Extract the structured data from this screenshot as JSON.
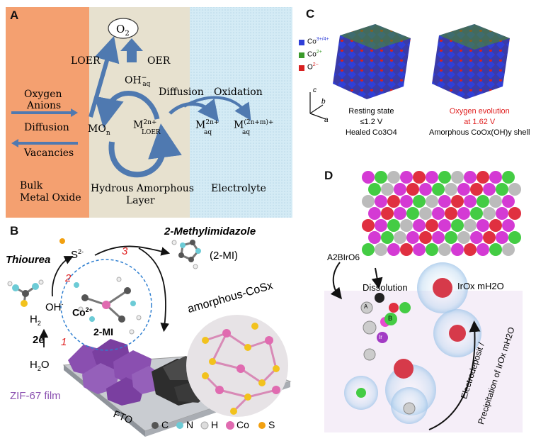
{
  "panelA": {
    "label": "A",
    "o2": "O",
    "o2_sub": "2",
    "loer": "LOER",
    "oer": "OER",
    "oh": "OH",
    "oh_sup": "−",
    "oh_sub": "aq",
    "oxygen": "Oxygen",
    "anions": "Anions",
    "diffusion_left": "Diffusion",
    "vacancies": "Vacancies",
    "mon": "MO",
    "mon_sub": "n",
    "mloer": "M",
    "mloer_sup": "2n+",
    "mloer_sub": "LOER",
    "diffusion_mid": "Diffusion",
    "oxidation": "Oxidation",
    "maq1": "M",
    "maq1_sup": "2n+",
    "maq1_sub": "aq",
    "maq2": "M",
    "maq2_sup": "(2n+m)+",
    "maq2_sub": "aq",
    "bulk1": "Bulk",
    "bulk2": "Metal Oxide",
    "hyd1": "Hydrous Amorphous",
    "hyd2": "Layer",
    "electrolyte": "Electrolyte"
  },
  "panelB": {
    "label": "B",
    "methylimidazole": "2-Methylimidazole",
    "mi": "(2-MI)",
    "thiourea": "Thiourea",
    "s2": "S",
    "s2_sup": "2-",
    "oh": "OH",
    "oh_sup": "-",
    "h2": "H",
    "h2_sub": "2",
    "e": "2e",
    "e_sup": "-",
    "h2o": "H",
    "h2o_sub": "2",
    "h2o_o": "O",
    "co2": "Co",
    "co2_sup": "2+",
    "twomi": "2-MI",
    "amorphous": "amorphous-CoSx",
    "zif": "ZIF-67 film",
    "fto": "FTO",
    "step1": "1",
    "step2": "2",
    "step3": "3",
    "legend": [
      "C",
      "N",
      "H",
      "Co",
      "S"
    ]
  },
  "panelC": {
    "label": "C",
    "legend": [
      {
        "text": "Co",
        "sup": "3+/4+"
      },
      {
        "text": "Co",
        "sup": "2+"
      },
      {
        "text": "O",
        "sup": "2−"
      }
    ],
    "axis_c": "c",
    "axis_b": "b",
    "axis_a": "a",
    "left_caption": [
      "Resting state",
      "≤1.2 V",
      "Healed Co3O4"
    ],
    "right_caption": [
      "Oxygen evolution",
      "at 1.62 V",
      "Amorphous CoOx(OH)y shell"
    ]
  },
  "panelD": {
    "label": "D",
    "formula": "A2BIrO6",
    "dissolution": "Dissolution",
    "irox": "IrOx mH2O",
    "a": "A",
    "b": "B",
    "ir": "Ir",
    "electro1": "Electrodeposit /",
    "electro2": "Precipitation of IrOx mH2O"
  },
  "colors": {
    "bulk": "#f4a070",
    "hydrous": "#e7e1cf",
    "electrolyte": "#cfe8f3",
    "arrow": "#4f79b0",
    "zif": "#8a4fb0",
    "co": "#e06bb0",
    "s": "#f2c21d",
    "red": "#e02020"
  }
}
